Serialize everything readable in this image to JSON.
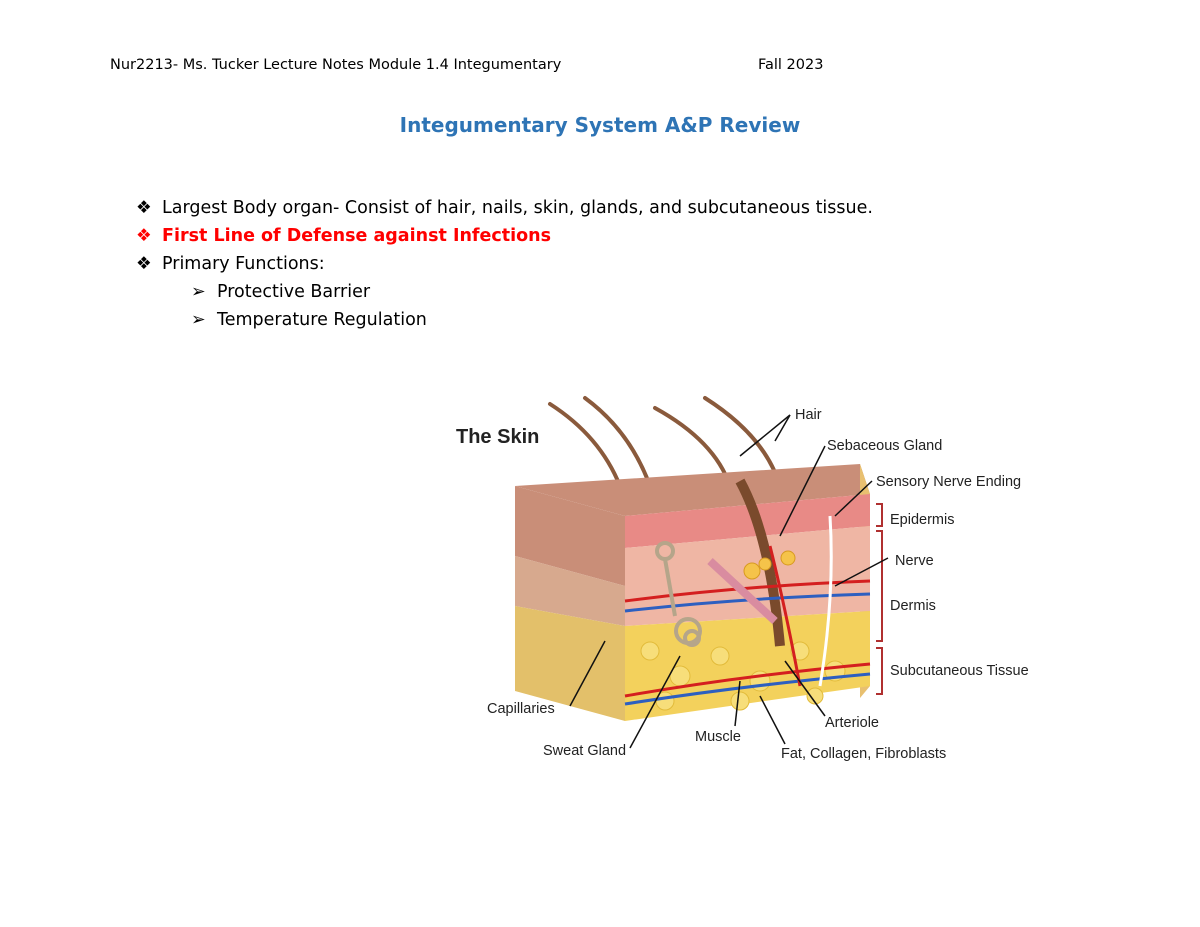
{
  "header": {
    "left": "Nur2213- Ms. Tucker Lecture Notes Module 1.4 Integumentary",
    "right": "Fall 2023"
  },
  "title": "Integumentary System A&P Review",
  "bullets": [
    {
      "marker": "❖",
      "text": "Largest Body organ- Consist of hair, nails, skin, glands, and subcutaneous tissue."
    },
    {
      "marker": "❖",
      "text": "First Line of Defense against Infections",
      "color": "#FF0000"
    },
    {
      "marker": "❖",
      "text": "Primary Functions:"
    }
  ],
  "subbullets": [
    {
      "marker": "➢",
      "text": "Protective Barrier"
    },
    {
      "marker": "➢",
      "text": "Temperature Regulation"
    }
  ],
  "figure": {
    "title": "The Skin",
    "labels": {
      "hair": "Hair",
      "sebaceous": "Sebaceous Gland",
      "sensory": "Sensory Nerve Ending",
      "epidermis": "Epidermis",
      "nerve": "Nerve",
      "dermis": "Dermis",
      "subcutaneous": "Subcutaneous Tissue",
      "capillaries": "Capillaries",
      "sweat": "Sweat Gland",
      "muscle": "Muscle",
      "arteriole": "Arteriole",
      "fat": "Fat, Collagen, Fibroblasts"
    }
  }
}
